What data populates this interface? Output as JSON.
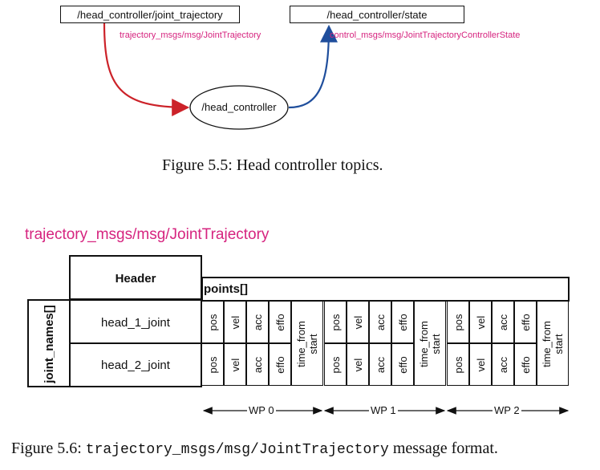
{
  "fig1": {
    "node_left": "/head_controller/joint_trajectory",
    "node_right": "/head_controller/state",
    "node_center": "/head_controller",
    "msg_left": "trajectory_msgs/msg/JointTrajectory",
    "msg_right": "control_msgs/msg/JointTrajectoryControllerState",
    "caption": "Figure 5.5: Head controller topics.",
    "colors": {
      "left_arrow": "#cc2229",
      "right_arrow": "#1f4e9c",
      "msg_text": "#d6247f"
    }
  },
  "fig2": {
    "title": "trajectory_msgs/msg/JointTrajectory",
    "header": "Header",
    "points": "points[]",
    "joint_names": "joint_names[]",
    "joints": [
      "head_1_joint",
      "head_2_joint"
    ],
    "fields": [
      "pos",
      "vel",
      "acc",
      "effo"
    ],
    "time_from_start": [
      "time_from",
      "start"
    ],
    "waypoints": [
      "WP 0",
      "WP 1",
      "WP 2"
    ],
    "caption_prefix": "Figure 5.6: ",
    "caption_code": "trajectory_msgs/msg/JointTrajectory",
    "caption_suffix": " message format."
  }
}
